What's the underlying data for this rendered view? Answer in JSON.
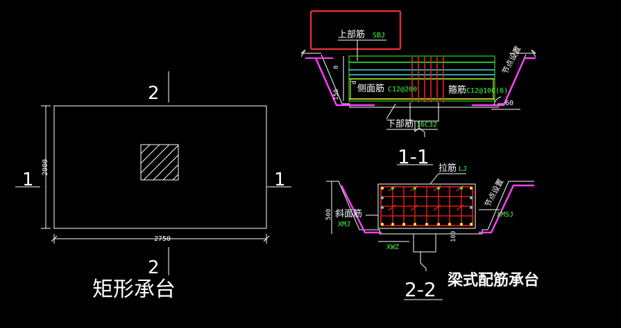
{
  "plan": {
    "section_mark_top": "2",
    "section_mark_bottom": "2",
    "section_mark_left": "1",
    "section_mark_right": "1",
    "dim_width": "2750",
    "dim_height": "2000",
    "title": "矩形承台"
  },
  "section_1_1": {
    "label": "1-1",
    "top_bar_label": "上部筋",
    "top_bar_code": "SBJ",
    "side_bar_label": "侧面筋",
    "side_bar_spec": "C12@200",
    "stirrup_label": "箍筋",
    "stirrup_spec": "C12@100(6)",
    "bottom_bar_label": "下部筋",
    "bottom_bar_spec": "16C32",
    "node_setting": "节点设置",
    "angle": "60",
    "dim_zero": "0",
    "dim_left": "150",
    "dim_d": "d"
  },
  "section_2_2": {
    "label": "2-2",
    "tie_bar_label": "拉筋",
    "tie_bar_code": "LJ",
    "slant_bar_label": "斜面筋",
    "slant_bar_code": "XMJ",
    "right_code": "XMSJ",
    "bottom_code": "XWZ",
    "dim_500": "500",
    "dim_100": "100",
    "node_setting": "节点设置"
  },
  "caption": "梁式配筋承台",
  "colors": {
    "highlight_box": "#e03030",
    "outline": "#ffffff",
    "rebar_red": "#ff2020",
    "rebar_green": "#30ff30",
    "rebar_cyan": "#40e0e0",
    "rebar_yellow": "#ffff30",
    "magenta": "#ff40ff",
    "dim_text": "#40ff40"
  }
}
